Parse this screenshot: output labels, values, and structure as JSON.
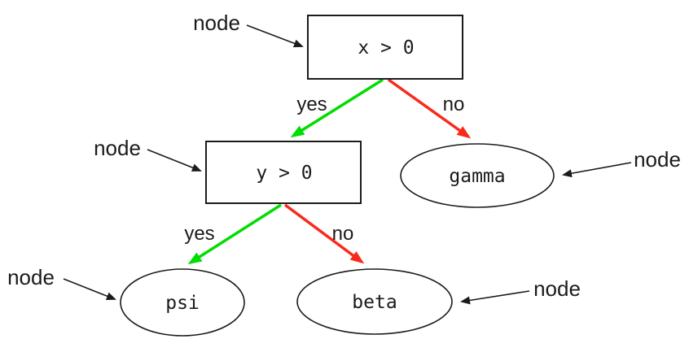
{
  "diagram": {
    "type": "decision-tree",
    "colors": {
      "yes_edge": "#00dd00",
      "no_edge": "#f92a1c",
      "outline": "#1b1b1b",
      "background": "#ffffff"
    },
    "nodes": {
      "root": {
        "label": "x > 0",
        "shape": "rectangle"
      },
      "decision_y": {
        "label": "y > 0",
        "shape": "rectangle"
      },
      "gamma": {
        "label": "gamma",
        "shape": "ellipse"
      },
      "psi": {
        "label": "psi",
        "shape": "ellipse"
      },
      "beta": {
        "label": "beta",
        "shape": "ellipse"
      }
    },
    "edges": {
      "root_yes": {
        "label": "yes",
        "from": "x > 0",
        "to": "y > 0",
        "color": "#00dd00"
      },
      "root_no": {
        "label": "no",
        "from": "x > 0",
        "to": "gamma",
        "color": "#f92a1c"
      },
      "y_yes": {
        "label": "yes",
        "from": "y > 0",
        "to": "psi",
        "color": "#00dd00"
      },
      "y_no": {
        "label": "no",
        "from": "y > 0",
        "to": "beta",
        "color": "#f92a1c"
      }
    },
    "annotations": {
      "items": [
        {
          "label": "node",
          "points_to": "root"
        },
        {
          "label": "node",
          "points_to": "decision_y"
        },
        {
          "label": "node",
          "points_to": "psi"
        },
        {
          "label": "node",
          "points_to": "gamma"
        },
        {
          "label": "node",
          "points_to": "beta"
        }
      ]
    }
  }
}
